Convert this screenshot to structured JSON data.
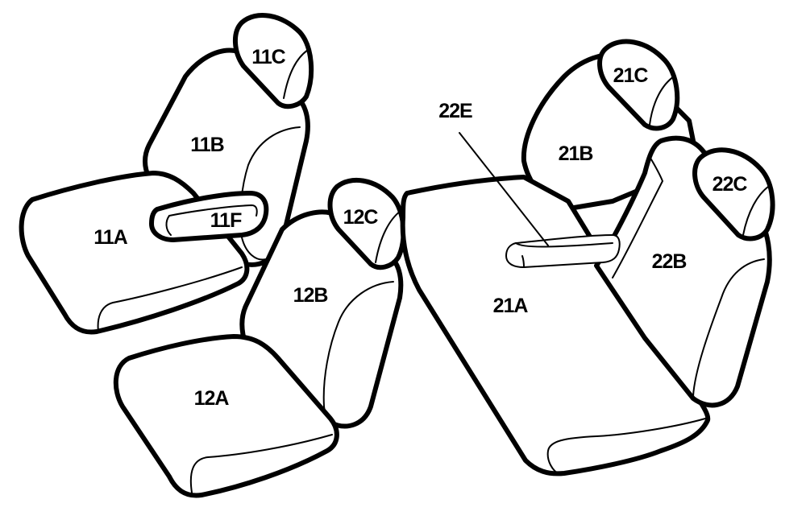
{
  "labels": {
    "p11A": "11A",
    "p11B": "11B",
    "p11C": "11C",
    "p11F": "11F",
    "p12A": "12A",
    "p12B": "12B",
    "p12C": "12C",
    "p21A": "21A",
    "p21B": "21B",
    "p21C": "21C",
    "p22B": "22B",
    "p22C": "22C",
    "p22E": "22E"
  },
  "colors": {
    "line": "#000000",
    "fill": "#ffffff"
  }
}
